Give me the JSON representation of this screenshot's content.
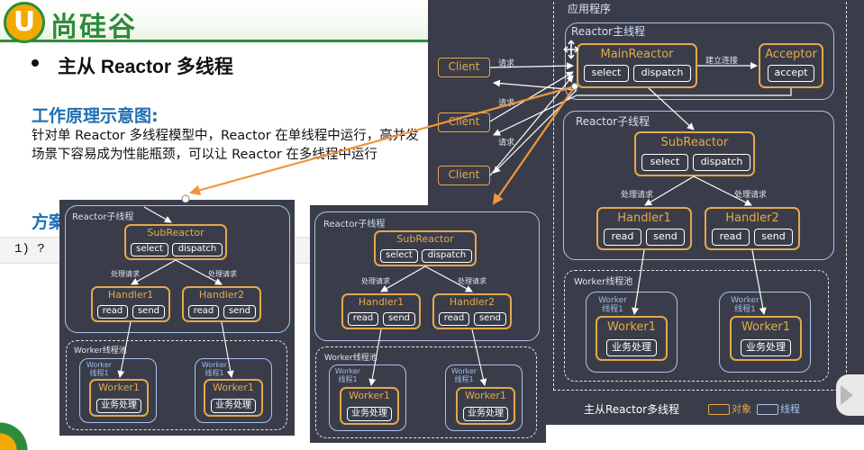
{
  "slide": {
    "logo_letter": "U",
    "logo_text": "尚硅谷",
    "heading": "主从 Reactor 多线程",
    "sub_heading": "工作原理示意图:",
    "description": "针对单 Reactor 多线程模型中，Reactor 在单线程中运行，高并发场景下容易成为性能瓶颈，可以让 Reactor 在多线程中运行",
    "sub_heading_2": "方案",
    "code_line": "1)  ?"
  },
  "main_diagram": {
    "app_label": "应用程序",
    "clients": [
      "Client",
      "Client",
      "Client"
    ],
    "request_label": "请求",
    "main_thread_label": "Reactor主线程",
    "main_reactor": {
      "title": "MainReactor",
      "buttons": [
        "select",
        "dispatch"
      ]
    },
    "connect_label": "建立连接",
    "acceptor": {
      "title": "Acceptor",
      "buttons": [
        "accept"
      ]
    },
    "sub_thread_label": "Reactor子线程",
    "sub_reactor": {
      "title": "SubReactor",
      "buttons": [
        "select",
        "dispatch"
      ]
    },
    "handle_label": "处理请求",
    "handlers": [
      {
        "title": "Handler1",
        "buttons": [
          "read",
          "send"
        ]
      },
      {
        "title": "Handler2",
        "buttons": [
          "read",
          "send"
        ]
      }
    ],
    "worker_pool_label": "Worker线程池",
    "worker_thread_label": "Worker 线程1",
    "worker": {
      "title": "Worker1",
      "button": "业务处理"
    },
    "caption": "主从Reactor多线程",
    "legend": {
      "object": "对象",
      "thread": "线程"
    }
  },
  "copy_diagram": {
    "sub_thread_label": "Reactor子线程",
    "sub_reactor": {
      "title": "SubReactor",
      "buttons": [
        "select",
        "dispatch"
      ]
    },
    "handle_label": "处理请求",
    "handlers": [
      {
        "title": "Handler1",
        "buttons": [
          "read",
          "send"
        ]
      },
      {
        "title": "Handler2",
        "buttons": [
          "read",
          "send"
        ]
      }
    ],
    "worker_pool_label": "Worker线程池",
    "worker_thread_label": "Worker 线程1",
    "worker": {
      "title": "Worker1",
      "button": "业务处理"
    }
  },
  "colors": {
    "panel_bg": "#3a3d49",
    "object_border": "#e3a94a",
    "thread_border": "#a9c3ef",
    "highlight_arrow": "#f0963a",
    "brand_green": "#2d8c3c",
    "brand_orange": "#f2a900",
    "heading_blue": "#1f6fb2"
  },
  "icons": [
    "cursor-arrow-icon",
    "next-slide-icon"
  ]
}
